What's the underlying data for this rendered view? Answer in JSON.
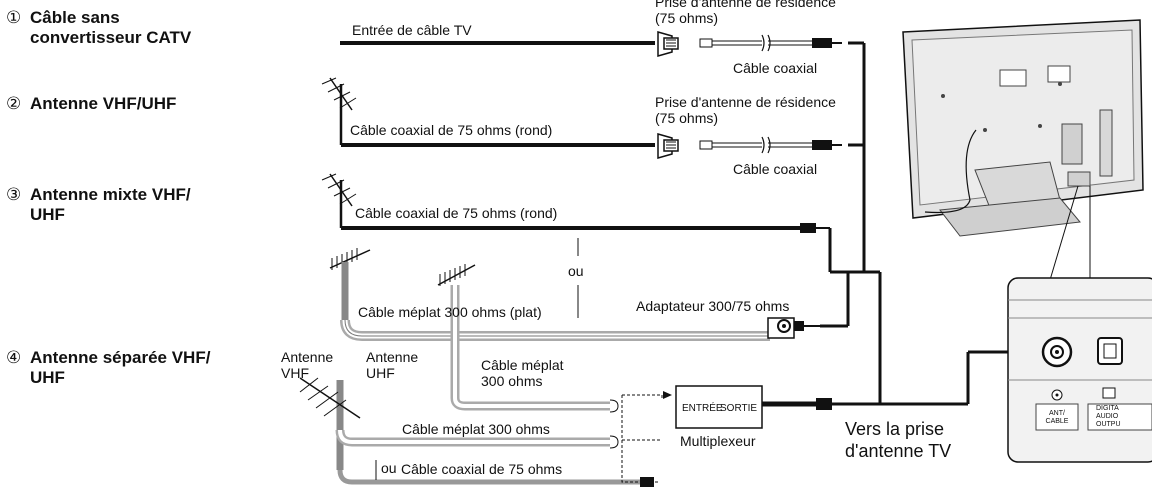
{
  "options": {
    "opt1": {
      "num": "①",
      "line1": "Câble sans",
      "line2": "convertisseur CATV"
    },
    "opt2": {
      "num": "②",
      "line1": "Antenne VHF/UHF"
    },
    "opt3": {
      "num": "③",
      "line1": "Antenne mixte VHF/",
      "line2": "UHF"
    },
    "opt4": {
      "num": "④",
      "line1": "Antenne séparée VHF/",
      "line2": "UHF"
    }
  },
  "labels": {
    "tv_cable_input": "Entrée de câble TV",
    "wall_jack_1_line1": "Prise d'antenne de résidence",
    "wall_jack_1_line2": "(75 ohms)",
    "coax_1": "Câble coaxial",
    "wall_jack_2_line1": "Prise d'antenne de résidence",
    "wall_jack_2_line2": "(75 ohms)",
    "coax_2": "Câble coaxial",
    "coax_round_2": "Câble coaxial de 75 ohms (rond)",
    "coax_round_3": "Câble coaxial de 75 ohms (rond)",
    "or_3": "ou",
    "flat_300_3": "Câble méplat 300 ohms (plat)",
    "adapter": "Adaptateur 300/75 ohms",
    "antenna_vhf_1": "Antenne",
    "antenna_vhf_2": "VHF",
    "antenna_uhf_1": "Antenne",
    "antenna_uhf_2": "UHF",
    "flat_uhf_1": "Câble méplat",
    "flat_uhf_2": "300 ohms",
    "flat_300_4": "Câble méplat 300 ohms",
    "or_4": "ou",
    "coax_75_4": "Câble coaxial de 75 ohms",
    "mux_in": "ENTRÉE",
    "mux_out": "SORTIE",
    "mux": "Multiplexeur",
    "to_tv_1": "Vers la prise",
    "to_tv_2": "d'antenne TV",
    "ant_cable_1": "ANT/",
    "ant_cable_2": "CABLE",
    "digital_1": "DIGITA",
    "digital_2": "AUDIO",
    "digital_3": "OUTPU"
  },
  "colors": {
    "line": "#111111",
    "gray": "#888888",
    "tv_fill": "#e3e3e3",
    "panel_fill": "#f2f2f2"
  }
}
